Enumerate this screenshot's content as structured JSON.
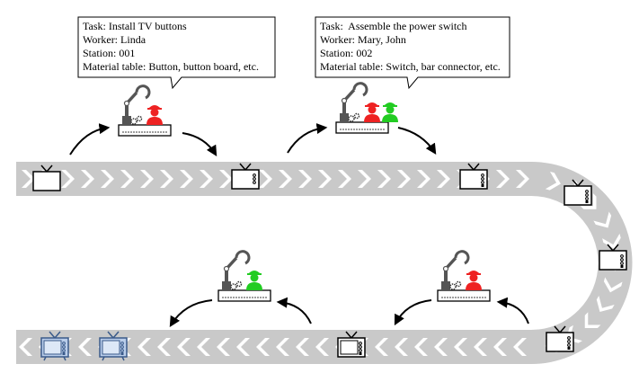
{
  "stations": [
    {
      "task_label": "Task:",
      "task": "Install TV buttons",
      "worker_label": "Worker:",
      "worker": "Linda",
      "station_label": "Station:",
      "station": "001",
      "material_label": "Material table:",
      "material": "Button, button board, etc.",
      "worker_colors": [
        "#ee2222"
      ]
    },
    {
      "task_label": "Task:",
      "task": "Assemble the power switch",
      "worker_label": "Worker:",
      "worker": "Mary, John",
      "station_label": "Station:",
      "station": "002",
      "material_label": "Material table:",
      "material": "Switch, bar connector, etc.",
      "worker_colors": [
        "#ee2222",
        "#22cc22"
      ]
    }
  ],
  "lower_stations": [
    {
      "worker_colors": [
        "#22cc22"
      ]
    },
    {
      "worker_colors": [
        "#ee2222"
      ]
    }
  ],
  "tv_stages": [
    "blank",
    "buttons",
    "buttons-switch",
    "buttons-switch",
    "buttons-switch",
    "buttons-switch",
    "framed-screen",
    "finished",
    "finished"
  ],
  "colors": {
    "belt": "#c9c9c9",
    "chevron": "#ffffff",
    "worker_red": "#ee2222",
    "worker_green": "#22cc22",
    "finished_tv": "#b9cdea",
    "robot": "#555555"
  },
  "icons": [
    "tv-icon",
    "robot-arm-icon",
    "worker-icon",
    "gear-icon",
    "curved-arrow-icon",
    "chevron-icon"
  ]
}
